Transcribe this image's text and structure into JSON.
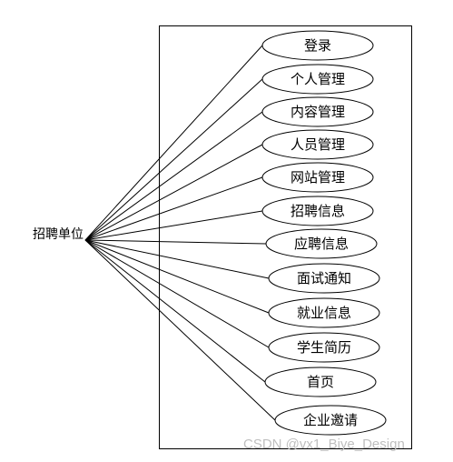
{
  "actor": {
    "label": "招聘单位"
  },
  "use_cases": [
    {
      "label": "登录"
    },
    {
      "label": "个人管理"
    },
    {
      "label": "内容管理"
    },
    {
      "label": "人员管理"
    },
    {
      "label": "网站管理"
    },
    {
      "label": "招聘信息"
    },
    {
      "label": "应聘信息"
    },
    {
      "label": "面试通知"
    },
    {
      "label": "就业信息"
    },
    {
      "label": "学生简历"
    },
    {
      "label": "首页"
    },
    {
      "label": "企业邀请"
    }
  ],
  "watermark": {
    "text": "CSDN @vx1_Biye_Design"
  },
  "colors": {
    "line": "#000000",
    "background": "#ffffff",
    "watermark": "#bfbfbf"
  }
}
